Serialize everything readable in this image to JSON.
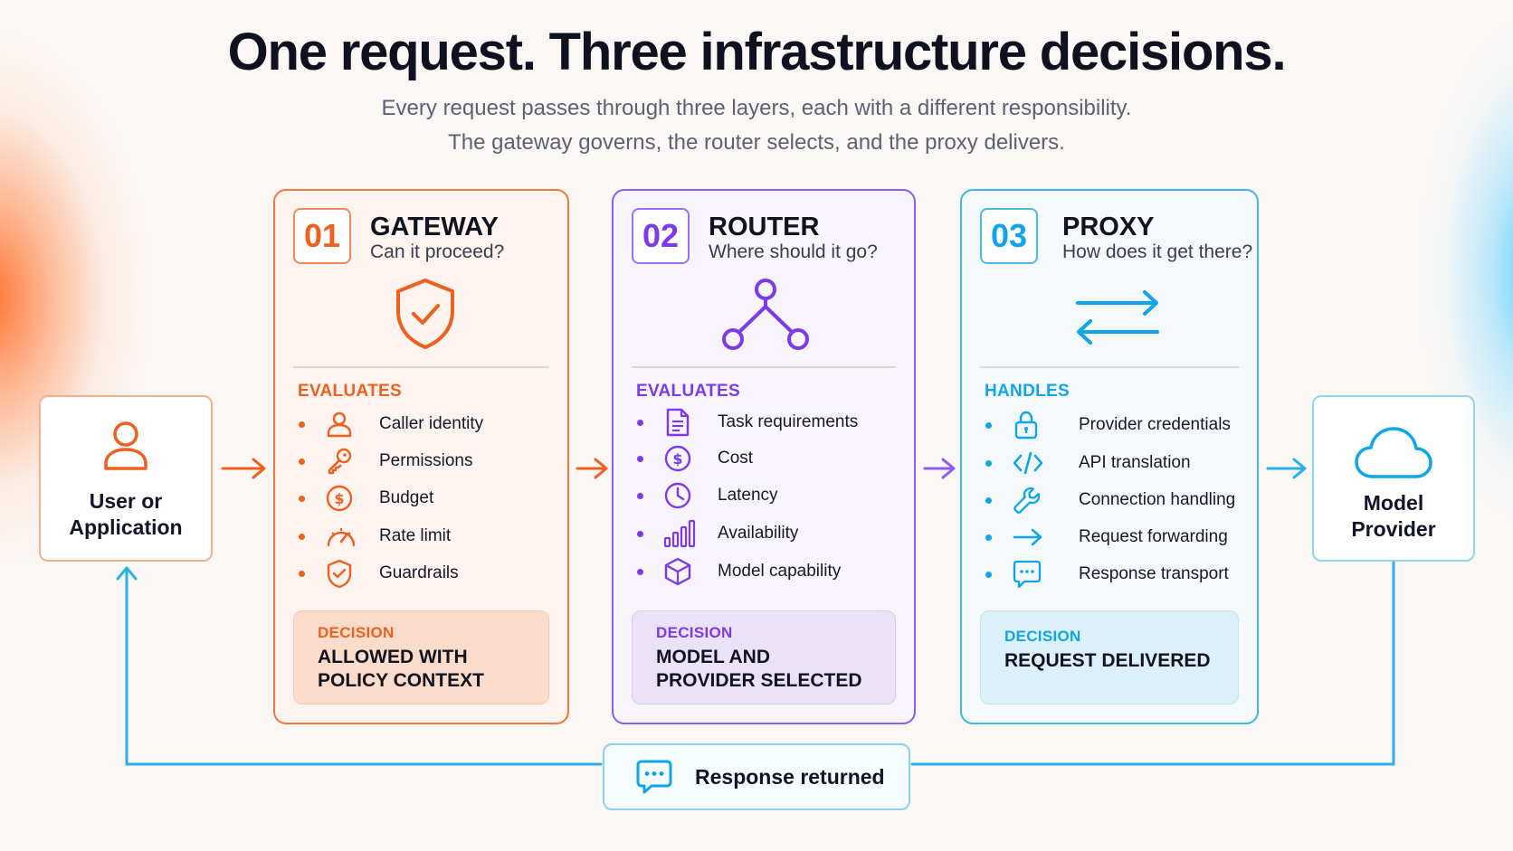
{
  "header": {
    "title": "One request. Three infrastructure decisions.",
    "subtitle_line1": "Every request passes through three layers, each with a different responsibility.",
    "subtitle_line2": "The gateway governs, the router selects, and the proxy delivers."
  },
  "colors": {
    "gateway": "#ef5f1d",
    "router": "#7c3aed",
    "proxy": "#0ea5e9"
  },
  "user": {
    "label_line1": "User or",
    "label_line2": "Application",
    "icon": "user-icon"
  },
  "model": {
    "label_line1": "Model",
    "label_line2": "Provider",
    "icon": "cloud-icon"
  },
  "gateway": {
    "number": "01",
    "name": "GATEWAY",
    "question": "Can it proceed?",
    "hero_icon": "shield-check-icon",
    "section": "EVALUATES",
    "items": [
      {
        "label": "Caller identity",
        "icon": "user-icon"
      },
      {
        "label": "Permissions",
        "icon": "key-icon"
      },
      {
        "label": "Budget",
        "icon": "dollar-icon"
      },
      {
        "label": "Rate limit",
        "icon": "gauge-icon"
      },
      {
        "label": "Guardrails",
        "icon": "shield-check-icon"
      }
    ],
    "decision_label": "DECISION",
    "decision_value": "ALLOWED WITH POLICY CONTEXT"
  },
  "router": {
    "number": "02",
    "name": "ROUTER",
    "question": "Where should it go?",
    "hero_icon": "branch-icon",
    "section": "EVALUATES",
    "items": [
      {
        "label": "Task requirements",
        "icon": "document-icon"
      },
      {
        "label": "Cost",
        "icon": "dollar-icon"
      },
      {
        "label": "Latency",
        "icon": "clock-icon"
      },
      {
        "label": "Availability",
        "icon": "signal-bars-icon"
      },
      {
        "label": "Model capability",
        "icon": "cube-icon"
      }
    ],
    "decision_label": "DECISION",
    "decision_value": "MODEL AND PROVIDER SELECTED"
  },
  "proxy": {
    "number": "03",
    "name": "PROXY",
    "question": "How does it get there?",
    "hero_icon": "swap-arrows-icon",
    "section": "HANDLES",
    "items": [
      {
        "label": "Provider credentials",
        "icon": "lock-icon"
      },
      {
        "label": "API translation",
        "icon": "code-icon"
      },
      {
        "label": "Connection handling",
        "icon": "wrench-icon"
      },
      {
        "label": "Request forwarding",
        "icon": "arrow-right-icon"
      },
      {
        "label": "Response transport",
        "icon": "chat-icon"
      }
    ],
    "decision_label": "DECISION",
    "decision_value": "REQUEST DELIVERED"
  },
  "response": {
    "label": "Response returned",
    "icon": "chat-icon"
  }
}
